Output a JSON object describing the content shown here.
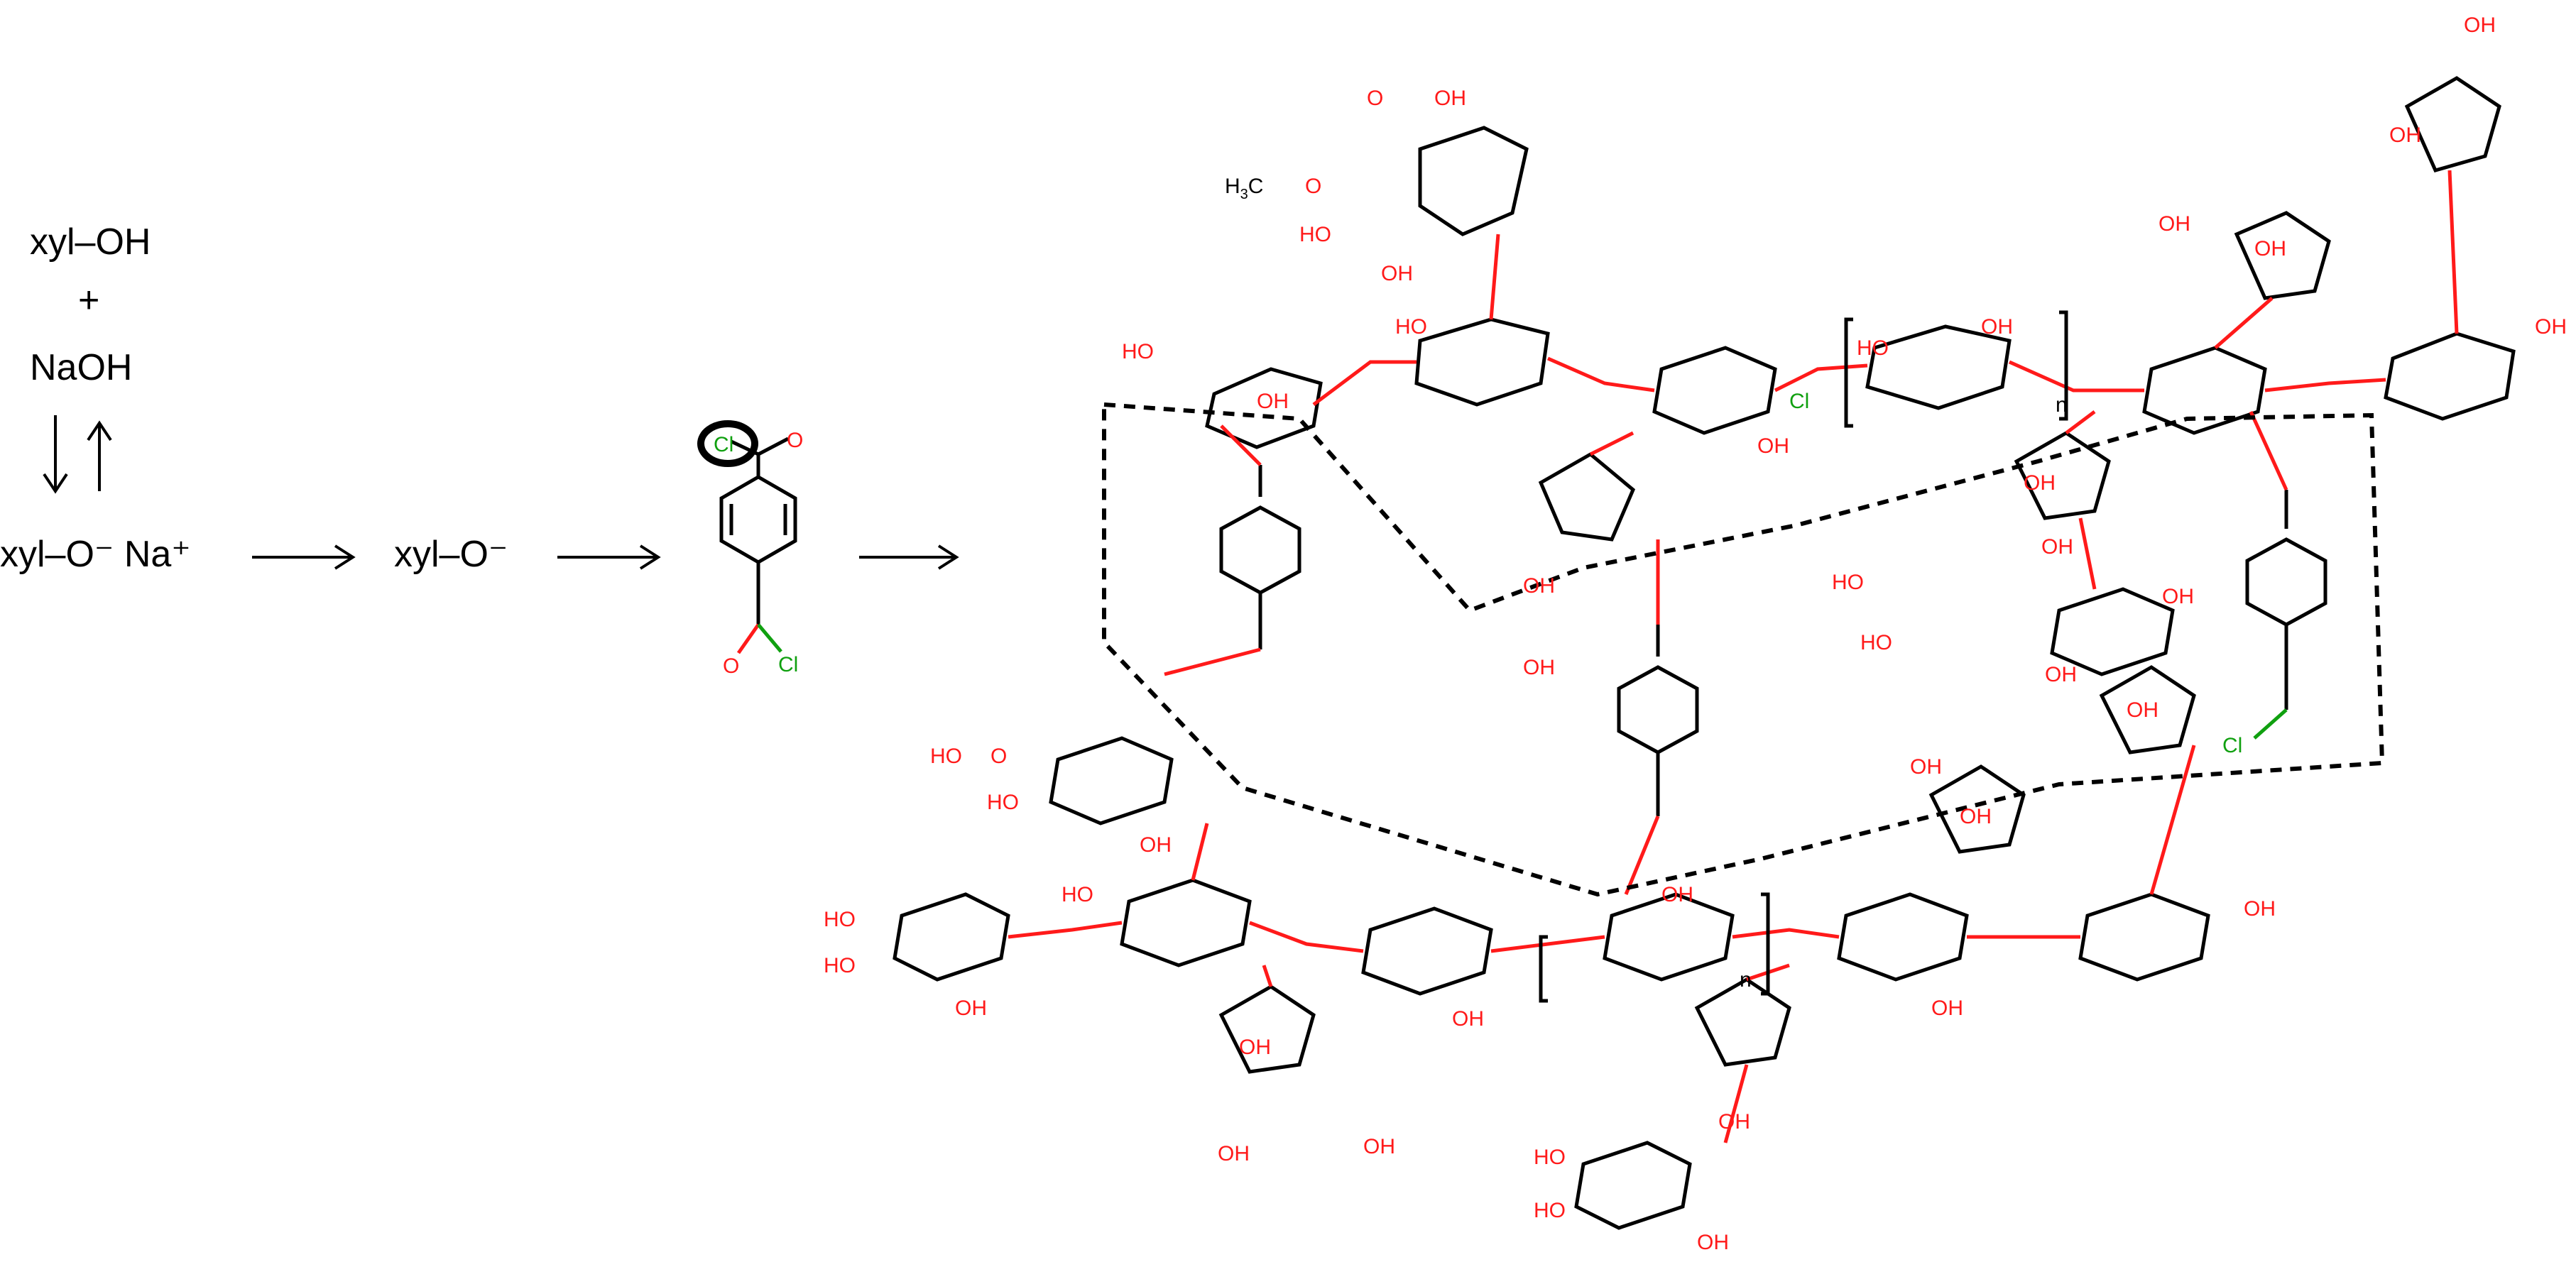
{
  "scheme": {
    "reactant": "xyl–OH",
    "plus": "+",
    "base": "NaOH",
    "salt": "xyl–O⁻ Na⁺",
    "anion": "xyl–O⁻"
  },
  "atoms": {
    "oh": "OH",
    "ho": "HO",
    "o": "O",
    "cl": "Cl",
    "methyl": "H",
    "methyl_sub": "3",
    "methyl_tail": "C",
    "n": "n"
  },
  "colors": {
    "oxygen": "#ff1a1a",
    "chlorine": "#10a010",
    "carbon": "#000000"
  }
}
